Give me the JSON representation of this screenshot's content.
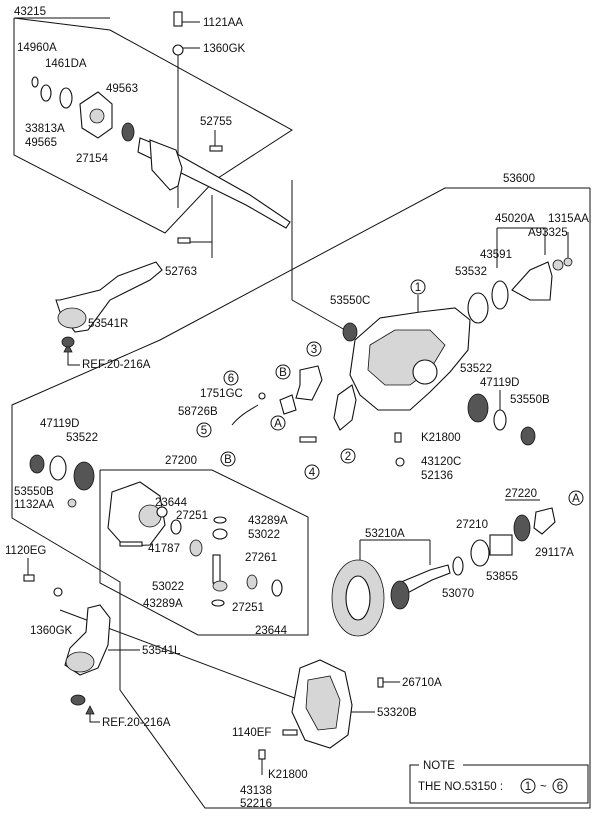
{
  "part_numbers": {
    "p43215": "43215",
    "p1121AA": "1121AA",
    "p1360GK_top": "1360GK",
    "p14960A": "14960A",
    "p1461DA": "1461DA",
    "p49563": "49563",
    "p33813A": "33813A",
    "p49565": "49565",
    "p27154": "27154",
    "p52755": "52755",
    "p53600": "53600",
    "p45020A": "45020A",
    "p1315AA": "1315AA",
    "pA93325": "A93325",
    "p43591": "43591",
    "p52763": "52763",
    "p53532": "53532",
    "p53550C": "53550C",
    "p53541R": "53541R",
    "pREF_top": "REF.20-216A",
    "p1751GC": "1751GC",
    "p58726B": "58726B",
    "p53522_right": "53522",
    "p47119D_right": "47119D",
    "p53550B_right": "53550B",
    "pK21800_mid": "K21800",
    "p43120C": "43120C",
    "p52136": "52136",
    "p47119D_left": "47119D",
    "p53522_left": "53522",
    "p53550B_left": "53550B",
    "p1132AA": "1132AA",
    "p27200": "27200",
    "p23644_top": "23644",
    "p27251_top": "27251",
    "p43289A_top": "43289A",
    "p53022_top": "53022",
    "p41787": "41787",
    "p27261": "27261",
    "p53022_bot": "53022",
    "p43289A_bot": "43289A",
    "p27251_bot": "27251",
    "p23644_bot": "23644",
    "p27220": "27220",
    "p27210": "27210",
    "p29117A": "29117A",
    "p53210A": "53210A",
    "p53855": "53855",
    "p53070": "53070",
    "p1120EG": "1120EG",
    "p1360GK_left": "1360GK",
    "p53541L": "53541L",
    "pREF_bot": "REF.20-216A",
    "p26710A": "26710A",
    "p53320B": "53320B",
    "p1140EF": "1140EF",
    "pK21800_bot": "K21800",
    "p43138": "43138",
    "p52216": "52216"
  },
  "callouts": {
    "c1": "1",
    "c2": "2",
    "c3": "3",
    "c4": "4",
    "c5": "5",
    "c6": "6",
    "cA_left": "A",
    "cA_right": "A",
    "cB_top": "B",
    "cB_bot": "B"
  },
  "note": {
    "title": "NOTE",
    "text": "THE NO.53150 : ",
    "range_start": "1",
    "tilde": "~",
    "range_end": "6"
  }
}
